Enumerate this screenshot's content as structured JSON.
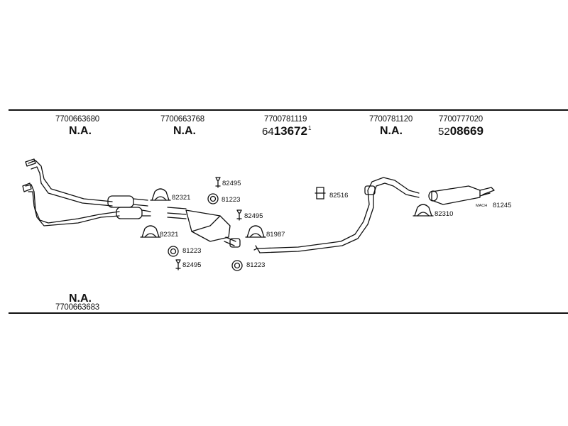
{
  "header_parts": [
    {
      "oe": "7700663680",
      "ref": "N.A."
    },
    {
      "oe": "7700663768",
      "ref": "N.A."
    },
    {
      "oe": "7700781119",
      "ref_prefix": "64",
      "ref_main": "13672",
      "ref_sup": "1"
    },
    {
      "oe": "7700781120",
      "ref": "N.A."
    },
    {
      "oe": "7700777020",
      "ref_prefix": "52",
      "ref_main": "08669"
    }
  ],
  "footer_part": {
    "oe": "7700663683",
    "ref": "N.A."
  },
  "fittings": {
    "clamp_upper": "82321",
    "clamp_lower": "82321",
    "bolt_top": "82495",
    "ring_top": "81223",
    "bolt_mid": "82495",
    "clamp_mid": "81987",
    "ring_left": "81223",
    "bolt_left": "82495",
    "ring_bottom": "81223",
    "hanger": "82516",
    "clamp_rear": "82310",
    "rear_part": "81245",
    "rear_small_label": "MACH"
  }
}
